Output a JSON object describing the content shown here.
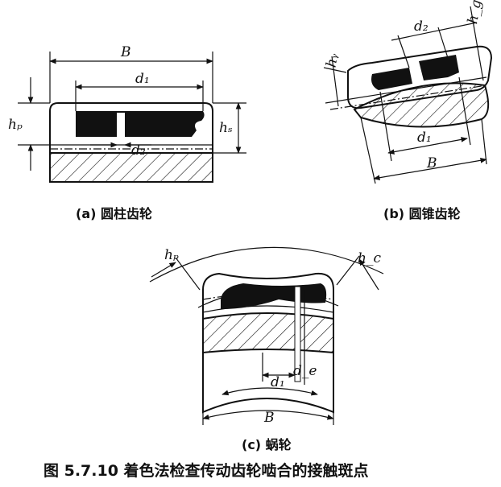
{
  "figure": {
    "caption": "图 5.7.10   着色法检查传动齿轮啮合的接触斑点",
    "panels": {
      "a": {
        "caption": "(a) 圆柱齿轮",
        "labels": {
          "B": "B",
          "d1": "d₁",
          "d2": "d₂",
          "hp": "hₚ",
          "hs": "hₛ"
        }
      },
      "b": {
        "caption": "(b) 圆锥齿轮",
        "labels": {
          "d2": "d₂",
          "hg": "h_g",
          "hy": "hᵧ",
          "d1": "d₁",
          "B": "B"
        }
      },
      "c": {
        "caption": "(c) 蜗轮",
        "labels": {
          "hp": "hₚ",
          "hc": "h_c",
          "d1": "d₁",
          "de": "d_e",
          "B": "B"
        }
      }
    }
  }
}
